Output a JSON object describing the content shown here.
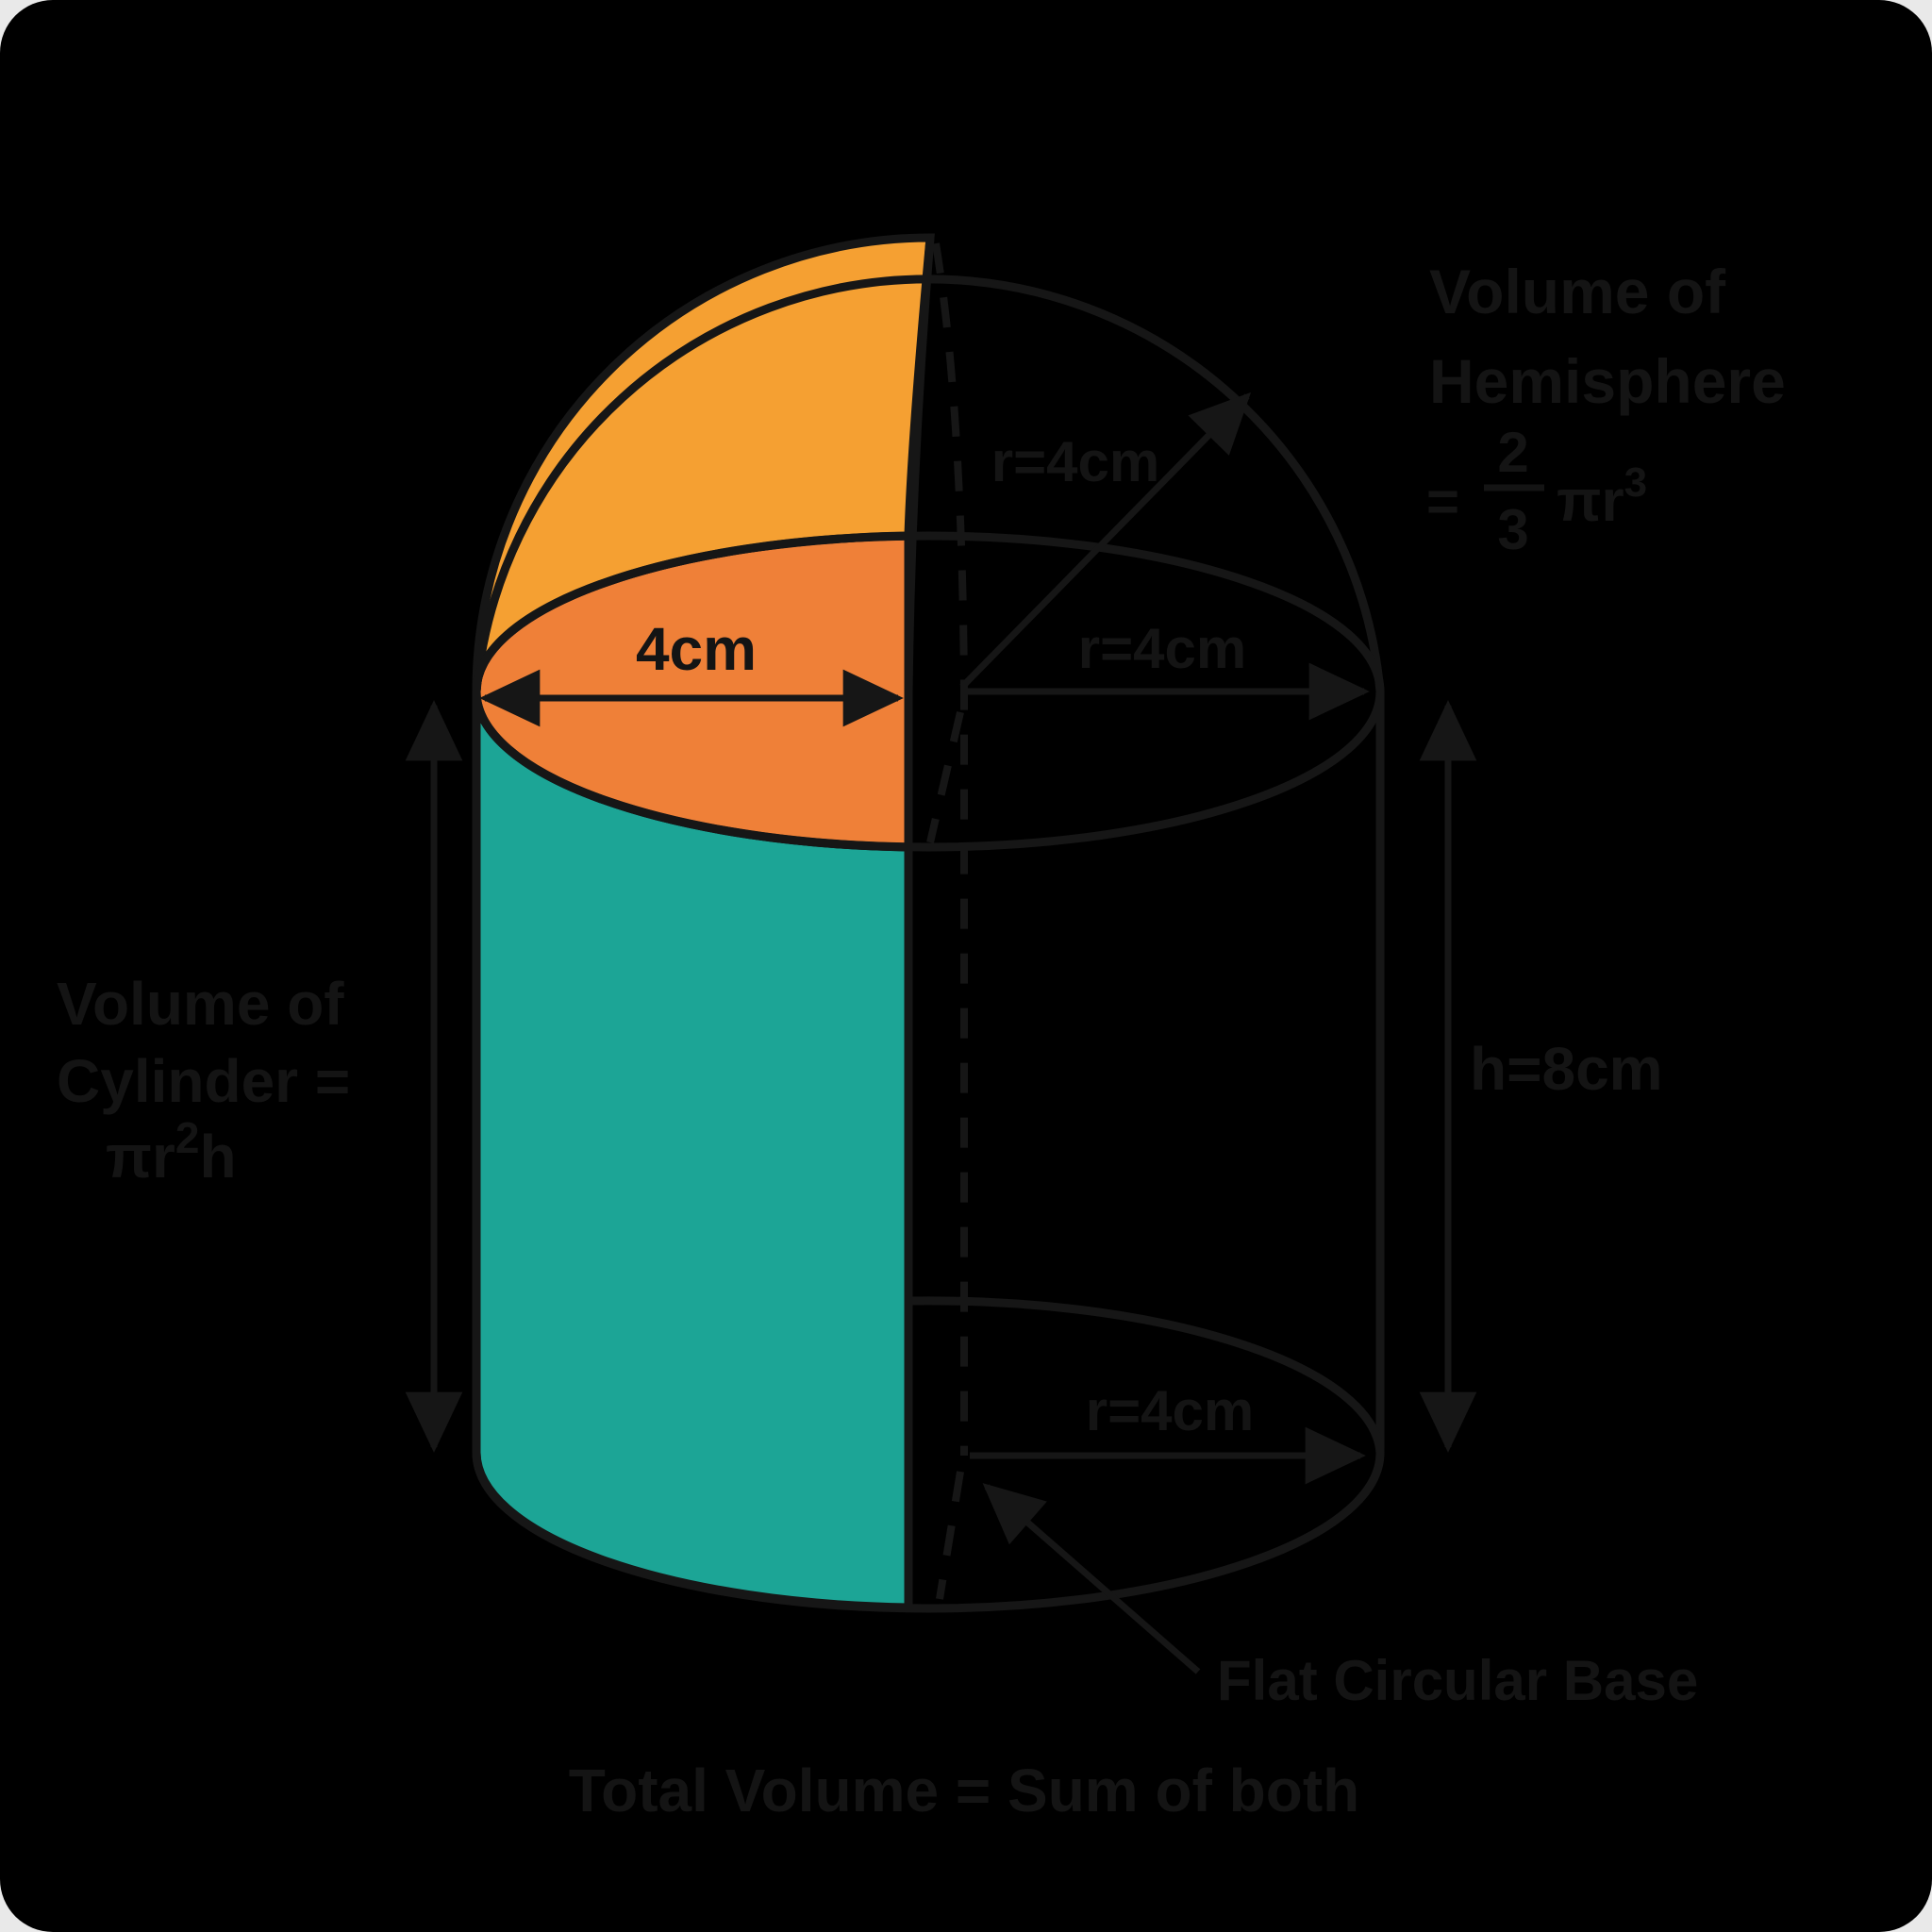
{
  "diagram": {
    "labels": {
      "dome_radius": "r=4cm",
      "equator_radius": "r=4cm",
      "base_radius": "r=4cm",
      "diameter": "4cm",
      "height": "h=8cm"
    },
    "hemisphere_note": {
      "line1": "Volume of",
      "line2": "Hemisphere",
      "equals": "=",
      "numerator": "2",
      "denominator": "3",
      "pi_term": "πr",
      "exponent": "3"
    },
    "cylinder_note": {
      "line1": "Volume of",
      "line2": "Cylinder =",
      "pi_term": "πr",
      "exponent": "2",
      "suffix": "h"
    },
    "base_note": "Flat Circular Base",
    "footer": "Total Volume = Sum of both",
    "values": {
      "radius_cm": "4",
      "height_cm": "8"
    },
    "colors": {
      "dome_fill": "#F5A032",
      "top_face_fill": "#EF8038",
      "cylinder_fill": "#1CA596",
      "line": "#161616"
    }
  }
}
